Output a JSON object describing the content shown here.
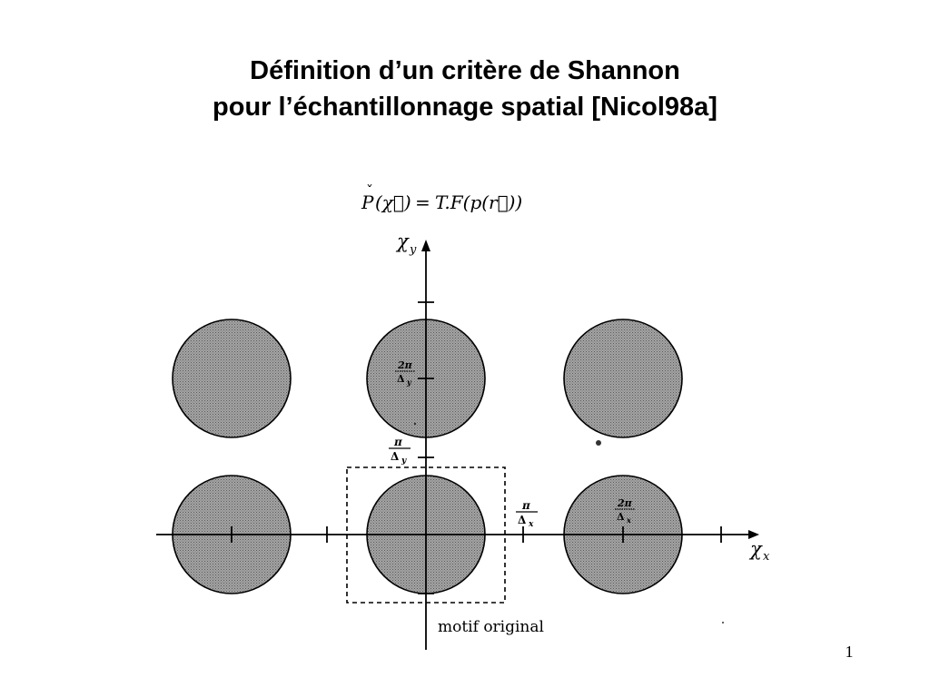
{
  "slide": {
    "title_line1": "Définition d’un critère de Shannon",
    "title_line2": "pour l’échantillonnage spatial [Nicol98a]",
    "page_number": "1"
  },
  "figure": {
    "formula": {
      "lhs_letter": "P",
      "lhs_check": "ˇ",
      "lhs_arg": "(χ⃗)",
      "equals": "=",
      "rhs": "T.F(p(r⃗))"
    },
    "axis_x": {
      "symbol": "χ",
      "subscript": "x"
    },
    "axis_y": {
      "symbol": "χ",
      "subscript": "y"
    },
    "label_pi_dx": {
      "num": "π",
      "den": "Δ",
      "den_sub": "x"
    },
    "label_pi_dy": {
      "num": "π",
      "den": "Δ",
      "den_sub": "y"
    },
    "label_2pi_dx": {
      "num": "2π",
      "den": "Δ",
      "den_sub": "x"
    },
    "label_2pi_dy": {
      "num": "2π",
      "den": "Δ",
      "den_sub": "y"
    },
    "motif_label": "motif original"
  },
  "colors": {
    "disc_fill": "#9c9c9c",
    "ink": "#000000",
    "background": "#ffffff"
  }
}
